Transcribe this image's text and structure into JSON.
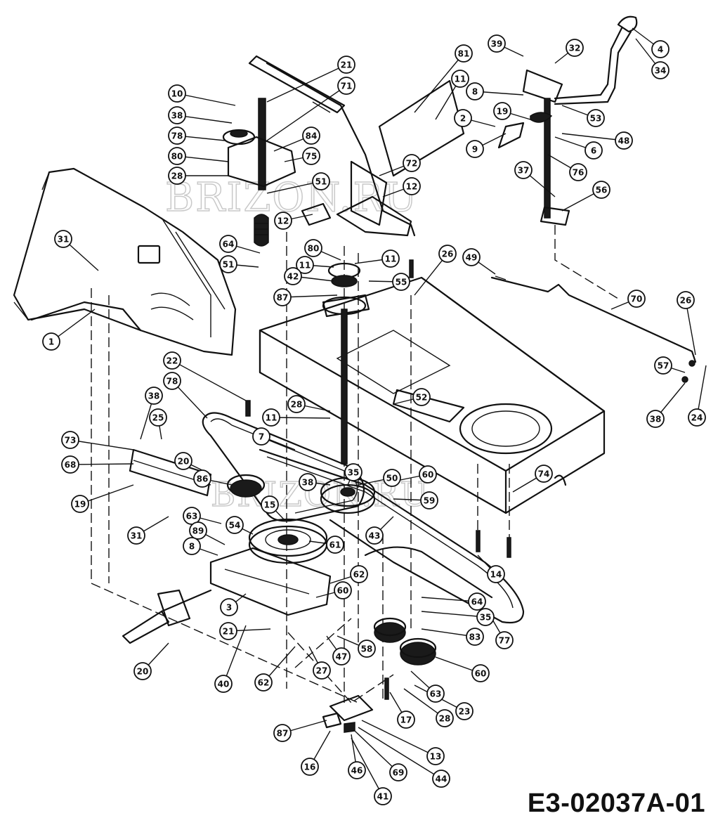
{
  "diagram": {
    "doc_code": "E3-02037A-01",
    "watermark": "BRIZON.RU",
    "callouts": [
      {
        "id": "c-4",
        "label": "4"
      },
      {
        "id": "c-34",
        "label": "34"
      },
      {
        "id": "c-32",
        "label": "32"
      },
      {
        "id": "c-39a",
        "label": "39"
      },
      {
        "id": "c-81",
        "label": "81"
      },
      {
        "id": "c-11a",
        "label": "11"
      },
      {
        "id": "c-8a",
        "label": "8"
      },
      {
        "id": "c-2",
        "label": "2"
      },
      {
        "id": "c-19a",
        "label": "19"
      },
      {
        "id": "c-53",
        "label": "53"
      },
      {
        "id": "c-48",
        "label": "48"
      },
      {
        "id": "c-9",
        "label": "9"
      },
      {
        "id": "c-6",
        "label": "6"
      },
      {
        "id": "c-76",
        "label": "76"
      },
      {
        "id": "c-37",
        "label": "37"
      },
      {
        "id": "c-56",
        "label": "56"
      },
      {
        "id": "c-21a",
        "label": "21"
      },
      {
        "id": "c-71",
        "label": "71"
      },
      {
        "id": "c-10",
        "label": "10"
      },
      {
        "id": "c-38a",
        "label": "38"
      },
      {
        "id": "c-78a",
        "label": "78"
      },
      {
        "id": "c-84",
        "label": "84"
      },
      {
        "id": "c-75",
        "label": "75"
      },
      {
        "id": "c-80a",
        "label": "80"
      },
      {
        "id": "c-28a",
        "label": "28"
      },
      {
        "id": "c-72",
        "label": "72"
      },
      {
        "id": "c-51a",
        "label": "51"
      },
      {
        "id": "c-12a",
        "label": "12"
      },
      {
        "id": "c-12b",
        "label": "12"
      },
      {
        "id": "c-31a",
        "label": "31"
      },
      {
        "id": "c-64a",
        "label": "64"
      },
      {
        "id": "c-51b",
        "label": "51"
      },
      {
        "id": "c-80b",
        "label": "80"
      },
      {
        "id": "c-11b",
        "label": "11"
      },
      {
        "id": "c-11c",
        "label": "11"
      },
      {
        "id": "c-42",
        "label": "42"
      },
      {
        "id": "c-87a",
        "label": "87"
      },
      {
        "id": "c-55",
        "label": "55"
      },
      {
        "id": "c-26a",
        "label": "26"
      },
      {
        "id": "c-49",
        "label": "49"
      },
      {
        "id": "c-70",
        "label": "70"
      },
      {
        "id": "c-1",
        "label": "1"
      },
      {
        "id": "c-26b",
        "label": "26"
      },
      {
        "id": "c-57",
        "label": "57"
      },
      {
        "id": "c-24",
        "label": "24"
      },
      {
        "id": "c-38b",
        "label": "38"
      },
      {
        "id": "c-22",
        "label": "22"
      },
      {
        "id": "c-78b",
        "label": "78"
      },
      {
        "id": "c-38c",
        "label": "38"
      },
      {
        "id": "c-25",
        "label": "25"
      },
      {
        "id": "c-73",
        "label": "73"
      },
      {
        "id": "c-68",
        "label": "68"
      },
      {
        "id": "c-20a",
        "label": "20"
      },
      {
        "id": "c-19b",
        "label": "19"
      },
      {
        "id": "c-11d",
        "label": "11"
      },
      {
        "id": "c-28b",
        "label": "28"
      },
      {
        "id": "c-7",
        "label": "7"
      },
      {
        "id": "c-52",
        "label": "52"
      },
      {
        "id": "c-50a",
        "label": "50"
      },
      {
        "id": "c-38d",
        "label": "38"
      },
      {
        "id": "c-35a",
        "label": "35"
      },
      {
        "id": "c-60a",
        "label": "60"
      },
      {
        "id": "c-59",
        "label": "59"
      },
      {
        "id": "c-74",
        "label": "74"
      },
      {
        "id": "c-15",
        "label": "15"
      },
      {
        "id": "c-86",
        "label": "86"
      },
      {
        "id": "c-31b",
        "label": "31"
      },
      {
        "id": "c-63a",
        "label": "63"
      },
      {
        "id": "c-54",
        "label": "54"
      },
      {
        "id": "c-89",
        "label": "89"
      },
      {
        "id": "c-8b",
        "label": "8"
      },
      {
        "id": "c-61",
        "label": "61"
      },
      {
        "id": "c-43",
        "label": "43"
      },
      {
        "id": "c-14",
        "label": "14"
      },
      {
        "id": "c-62a",
        "label": "62"
      },
      {
        "id": "c-60b",
        "label": "60"
      },
      {
        "id": "c-3",
        "label": "3"
      },
      {
        "id": "c-64b",
        "label": "64"
      },
      {
        "id": "c-35b",
        "label": "35"
      },
      {
        "id": "c-21b",
        "label": "21"
      },
      {
        "id": "c-77",
        "label": "77"
      },
      {
        "id": "c-83",
        "label": "83"
      },
      {
        "id": "c-58",
        "label": "58"
      },
      {
        "id": "c-47",
        "label": "47"
      },
      {
        "id": "c-27",
        "label": "27"
      },
      {
        "id": "c-20b",
        "label": "20"
      },
      {
        "id": "c-40",
        "label": "40"
      },
      {
        "id": "c-62b",
        "label": "62"
      },
      {
        "id": "c-60c",
        "label": "60"
      },
      {
        "id": "c-63b",
        "label": "63"
      },
      {
        "id": "c-17",
        "label": "17"
      },
      {
        "id": "c-28c",
        "label": "28"
      },
      {
        "id": "c-23",
        "label": "23"
      },
      {
        "id": "c-87b",
        "label": "87"
      },
      {
        "id": "c-13",
        "label": "13"
      },
      {
        "id": "c-16",
        "label": "16"
      },
      {
        "id": "c-46",
        "label": "46"
      },
      {
        "id": "c-69",
        "label": "69"
      },
      {
        "id": "c-44",
        "label": "44"
      },
      {
        "id": "c-41",
        "label": "41"
      }
    ]
  }
}
